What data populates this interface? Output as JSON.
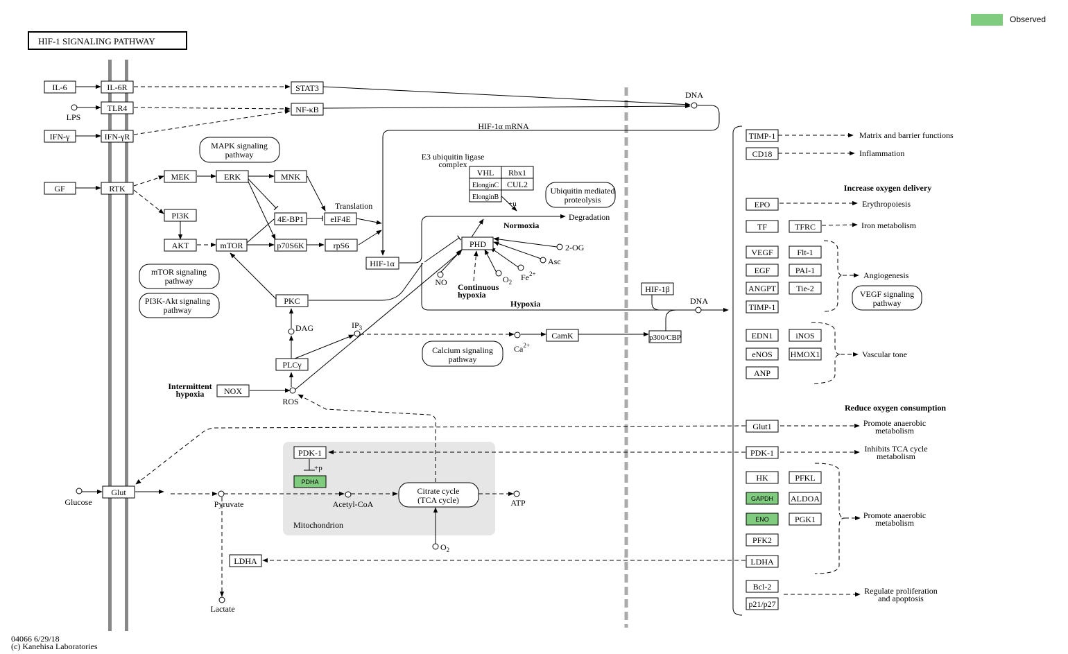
{
  "title": "HIF-1  SIGNALING  PATHWAY",
  "legend": {
    "label": "Observed",
    "color": "#7fcc7f"
  },
  "footer": {
    "id_line": "04066 6/29/18",
    "copyright": "(c) Kanehisa Laboratories"
  },
  "genes": {
    "il6": "IL-6",
    "il6r": "IL-6R",
    "stat3": "STAT3",
    "tlr4": "TLR4",
    "nfkb": "NF-κB",
    "ifng": "IFN-γ",
    "ifngr": "IFN-γR",
    "gf": "GF",
    "rtk": "RTK",
    "mek": "MEK",
    "erk": "ERK",
    "mnk": "MNK",
    "pi3k": "PI3K",
    "akt": "AKT",
    "mtor": "mTOR",
    "ebp1": "4E-BP1",
    "eif4e": "eIF4E",
    "p70s6k": "p70S6K",
    "rps6": "rpS6",
    "hif1a": "HIF-1α",
    "vhl": "VHL",
    "rbx1": "Rbx1",
    "elonginc": "ElonginC",
    "cul2": "CUL2",
    "elonginb": "ElonginB",
    "phd": "PHD",
    "pkc": "PKC",
    "plcg": "PLCγ",
    "nox": "NOX",
    "camk": "CamK",
    "p300": "p300/CBP",
    "hif1b": "HIF-1β",
    "pdk1": "PDK-1",
    "pdha": "PDHA",
    "glut": "Glut",
    "ldha": "LDHA",
    "timp1": "TIMP-1",
    "cd18": "CD18",
    "epo": "EPO",
    "tf": "TF",
    "tfrc": "TFRC",
    "vegf": "VEGF",
    "flt1": "Flt-1",
    "egf": "EGF",
    "pai1": "PAI-1",
    "angpt": "ANGPT",
    "tie2": "Tie-2",
    "timp1b": "TIMP-1",
    "edn1": "EDN1",
    "inos": "iNOS",
    "enos": "eNOS",
    "hmox1": "HMOX1",
    "anp": "ANP",
    "glut1": "Glut1",
    "pdk1r": "PDK-1",
    "hk": "HK",
    "pfkl": "PFKL",
    "gapdh": "GAPDH",
    "aldoa": "ALDOA",
    "eno": "ENO",
    "pgk1": "PGK1",
    "pfk2": "PFK2",
    "ldhar": "LDHA",
    "bcl2": "Bcl-2",
    "p21": "p21/p27"
  },
  "pathways": {
    "mapk1": "MAPK signaling",
    "mapk2": "pathway",
    "mtor1": "mTOR signaling",
    "mtor2": "pathway",
    "pi3k1": "PI3K-Akt signaling",
    "pi3k2": "pathway",
    "ubiq1": "Ubiquitin mediated",
    "ubiq2": "proteolysis",
    "calc1": "Calcium signaling",
    "calc2": "pathway",
    "vegf1": "VEGF signaling",
    "vegf2": "pathway",
    "tca1": "Citrate cycle",
    "tca2": "(TCA cycle)"
  },
  "labels": {
    "lps": "LPS",
    "dna1": "DNA",
    "hif1a_mrna": "HIF-1α mRNA",
    "e3_1": "E3 ubiquitin ligase",
    "e3_2": "complex",
    "u": "+u",
    "translation": "Translation",
    "degradation": "Degradation",
    "normoxia": "Normoxia",
    "og2": "2-OG",
    "asc": "Asc",
    "fe": "Fe",
    "fe_sup": "2+",
    "o2": "O",
    "o2_sub": "2",
    "no": "NO",
    "cont1": "Continuous",
    "cont2": "hypoxia",
    "hypoxia": "Hypoxia",
    "dna2": "DNA",
    "dag": "DAG",
    "ip3": "IP",
    "ip3_sub": "3",
    "ca": "Ca",
    "ca_sup": "2+",
    "inter1": "Intermittent",
    "inter2": "hypoxia",
    "ros": "ROS",
    "plus_p": "+p",
    "glucose": "Glucose",
    "pyruvate": "Pyruvate",
    "acetyl": "Acetyl-CoA",
    "atp": "ATP",
    "mito": "Mitochondrion",
    "o2b": "O",
    "o2b_sub": "2",
    "lactate": "Lactate"
  },
  "outcomes": {
    "matrix": "Matrix and barrier functions",
    "inflam": "Inflammation",
    "inc_o2": "Increase oxygen delivery",
    "erythro": "Erythropoiesis",
    "iron": "Iron metabolism",
    "angio": "Angiogenesis",
    "vascular": "Vascular tone",
    "red_o2": "Reduce oxygen consumption",
    "anaer1a": "Promote anaerobic",
    "anaer1b": "metabolism",
    "tca_inh1": "Inhibits TCA cycle",
    "tca_inh2": "metabolism",
    "anaer2a": "Promote anaerobic",
    "anaer2b": "metabolism",
    "prolif1": "Regulate proliferation",
    "prolif2": "and apoptosis"
  }
}
